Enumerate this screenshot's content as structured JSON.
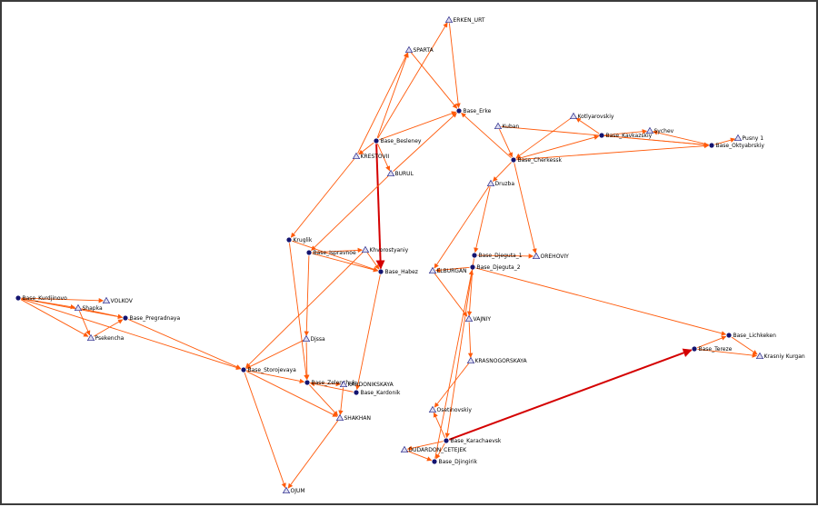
{
  "colors": {
    "edge": "#ff5a0a",
    "edge_heavy": "#d40000",
    "base_node": "#141470",
    "point_node": "#2a2a8a",
    "label": "#000000",
    "border": "#3c3c3c"
  },
  "nodes": [
    {
      "id": "n1",
      "label": "ERKEN_URT",
      "kind": "triangle"
    },
    {
      "id": "n2",
      "label": "SPARTA",
      "kind": "triangle"
    },
    {
      "id": "n3",
      "label": "Base_Erke",
      "kind": "base"
    },
    {
      "id": "n4",
      "label": "Base_Besleney",
      "kind": "base"
    },
    {
      "id": "n5",
      "label": "KRESTOVII",
      "kind": "triangle"
    },
    {
      "id": "n6",
      "label": "BURUL",
      "kind": "triangle"
    },
    {
      "id": "n7",
      "label": "Kuban",
      "kind": "triangle"
    },
    {
      "id": "n8",
      "label": "Kotlyarovskiy",
      "kind": "triangle"
    },
    {
      "id": "n9",
      "label": "Base_Kavkazskiy",
      "kind": "base"
    },
    {
      "id": "n10",
      "label": "Sychev",
      "kind": "triangle"
    },
    {
      "id": "n11",
      "label": "Pusny 1",
      "kind": "triangle"
    },
    {
      "id": "n12",
      "label": "Base_Oktyabrskiy",
      "kind": "base"
    },
    {
      "id": "n13",
      "label": "Base_Cherkessk",
      "kind": "base"
    },
    {
      "id": "n14",
      "label": "Druzba",
      "kind": "triangle"
    },
    {
      "id": "n15",
      "label": "Kruglik",
      "kind": "base"
    },
    {
      "id": "n16",
      "label": "Base_Ispravnoe",
      "kind": "base"
    },
    {
      "id": "n17",
      "label": "Khvorostyaniy",
      "kind": "triangle"
    },
    {
      "id": "n18",
      "label": "Base_Habez",
      "kind": "base"
    },
    {
      "id": "n19",
      "label": "Base_Djeguta_1",
      "kind": "base"
    },
    {
      "id": "n20",
      "label": "OREHOVIY",
      "kind": "triangle"
    },
    {
      "id": "n21",
      "label": "ELBURGAN",
      "kind": "triangle"
    },
    {
      "id": "n22",
      "label": "Base_Djeguta_2",
      "kind": "base"
    },
    {
      "id": "n23",
      "label": "VAJNIY",
      "kind": "triangle"
    },
    {
      "id": "n24",
      "label": "KRASNOGORSKAYA",
      "kind": "triangle"
    },
    {
      "id": "n25",
      "label": "Base_Kurdjinovo",
      "kind": "base"
    },
    {
      "id": "n26",
      "label": "VOLKOV",
      "kind": "triangle"
    },
    {
      "id": "n27",
      "label": "Shapka",
      "kind": "triangle"
    },
    {
      "id": "n28",
      "label": "Base_Pregradnaya",
      "kind": "base"
    },
    {
      "id": "n29",
      "label": "Psekencha",
      "kind": "triangle"
    },
    {
      "id": "n30",
      "label": "Djssa",
      "kind": "triangle"
    },
    {
      "id": "n31",
      "label": "Base_Storojevaya",
      "kind": "base"
    },
    {
      "id": "n32",
      "label": "Base_Zelenchuk",
      "kind": "base"
    },
    {
      "id": "n33",
      "label": "KARDONIKSKAYA",
      "kind": "triangle"
    },
    {
      "id": "n34",
      "label": "Base_Kardonik",
      "kind": "base"
    },
    {
      "id": "n35",
      "label": "SHAKHAN",
      "kind": "triangle"
    },
    {
      "id": "n36",
      "label": "OJUM",
      "kind": "triangle"
    },
    {
      "id": "n37",
      "label": "Base_Lichkeken",
      "kind": "base"
    },
    {
      "id": "n38",
      "label": "Base_Tereze",
      "kind": "base"
    },
    {
      "id": "n39",
      "label": "Krasniy Kurgan",
      "kind": "triangle"
    },
    {
      "id": "n40",
      "label": "Osetinovskiy",
      "kind": "triangle"
    },
    {
      "id": "n41",
      "label": "Base_Karachaevsk",
      "kind": "base"
    },
    {
      "id": "n42",
      "label": "DUDARDON_CETEJEK",
      "kind": "triangle"
    },
    {
      "id": "n43",
      "label": "Base_Djingirik",
      "kind": "base"
    }
  ],
  "edges": [
    [
      "n2",
      "n3"
    ],
    [
      "n1",
      "n3"
    ],
    [
      "n4",
      "n3"
    ],
    [
      "n4",
      "n1"
    ],
    [
      "n4",
      "n2"
    ],
    [
      "n5",
      "n2"
    ],
    [
      "n6",
      "n3"
    ],
    [
      "n4",
      "n5"
    ],
    [
      "n4",
      "n6"
    ],
    [
      "n4",
      "n18",
      "heavy"
    ],
    [
      "n5",
      "n15"
    ],
    [
      "n6",
      "n16"
    ],
    [
      "n13",
      "n3"
    ],
    [
      "n13",
      "n9"
    ],
    [
      "n13",
      "n12"
    ],
    [
      "n13",
      "n14"
    ],
    [
      "n9",
      "n8"
    ],
    [
      "n9",
      "n10"
    ],
    [
      "n12",
      "n10"
    ],
    [
      "n12",
      "n11"
    ],
    [
      "n9",
      "n12"
    ],
    [
      "n7",
      "n12"
    ],
    [
      "n8",
      "n13"
    ],
    [
      "n7",
      "n13"
    ],
    [
      "n14",
      "n21"
    ],
    [
      "n14",
      "n19"
    ],
    [
      "n13",
      "n20"
    ],
    [
      "n19",
      "n20"
    ],
    [
      "n22",
      "n21"
    ],
    [
      "n21",
      "n23"
    ],
    [
      "n22",
      "n23"
    ],
    [
      "n23",
      "n24"
    ],
    [
      "n24",
      "n40"
    ],
    [
      "n19",
      "n41"
    ],
    [
      "n22",
      "n37"
    ],
    [
      "n15",
      "n18"
    ],
    [
      "n16",
      "n17"
    ],
    [
      "n16",
      "n18"
    ],
    [
      "n17",
      "n18"
    ],
    [
      "n16",
      "n30"
    ],
    [
      "n17",
      "n31"
    ],
    [
      "n15",
      "n32"
    ],
    [
      "n18",
      "n34"
    ],
    [
      "n30",
      "n32"
    ],
    [
      "n30",
      "n31"
    ],
    [
      "n25",
      "n26"
    ],
    [
      "n25",
      "n27"
    ],
    [
      "n25",
      "n28"
    ],
    [
      "n25",
      "n29"
    ],
    [
      "n27",
      "n29"
    ],
    [
      "n27",
      "n28"
    ],
    [
      "n29",
      "n28"
    ],
    [
      "n28",
      "n31"
    ],
    [
      "n25",
      "n31"
    ],
    [
      "n31",
      "n32"
    ],
    [
      "n32",
      "n33"
    ],
    [
      "n31",
      "n35"
    ],
    [
      "n33",
      "n35"
    ],
    [
      "n31",
      "n36"
    ],
    [
      "n35",
      "n36"
    ],
    [
      "n34",
      "n32"
    ],
    [
      "n32",
      "n35"
    ],
    [
      "n38",
      "n37"
    ],
    [
      "n38",
      "n39"
    ],
    [
      "n37",
      "n39"
    ],
    [
      "n41",
      "n38",
      "heavy"
    ],
    [
      "n41",
      "n40"
    ],
    [
      "n41",
      "n42"
    ],
    [
      "n41",
      "n43"
    ],
    [
      "n42",
      "n43"
    ],
    [
      "n43",
      "n22"
    ]
  ]
}
